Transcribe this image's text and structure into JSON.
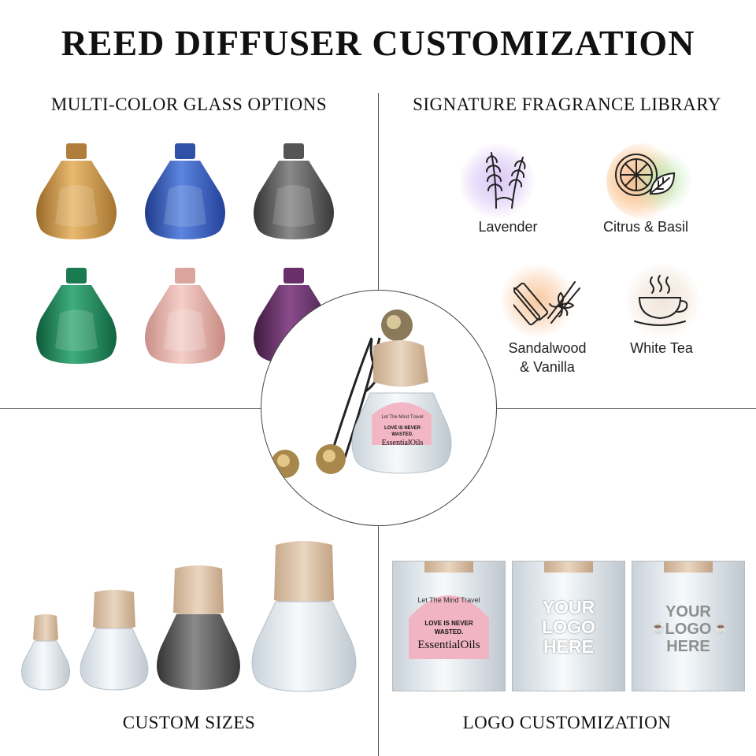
{
  "title": "REED DIFFUSER CUSTOMIZATION",
  "sections": {
    "glass_options": "MULTI-COLOR GLASS OPTIONS",
    "fragrance_library": "SIGNATURE FRAGRANCE LIBRARY",
    "custom_sizes": "CUSTOM SIZES",
    "logo_customization": "LOGO CUSTOMIZATION"
  },
  "glass_colors": [
    "amber",
    "cobalt-blue",
    "smoke-grey",
    "emerald-green",
    "blush-pink",
    "plum-purple"
  ],
  "fragrances": [
    {
      "name": "Lavender",
      "icon": "lavender-sprig-icon",
      "glow": "#cdb7ef"
    },
    {
      "name": "Citrus & Basil",
      "icon": "citrus-leaf-icon",
      "glow": "#f8b98a"
    },
    {
      "name_line1": "Sandalwood",
      "name_line2": "& Vanilla",
      "icon": "sandalwood-vanilla-icon",
      "glow": "#f6c7a0"
    },
    {
      "name": "White Tea",
      "icon": "tea-cup-icon",
      "glow": "#efe4da"
    }
  ],
  "center_label": {
    "arc": "Let The Mind Travel",
    "line1": "LOVE IS NEVER",
    "line2": "WASTED.",
    "brand": "EssentialOils"
  },
  "logo_options": [
    {
      "type": "label",
      "arc": "Let The Mind Travel",
      "line1": "LOVE IS NEVER",
      "line2": "WASTED.",
      "brand": "EssentialOils"
    },
    {
      "type": "white-print",
      "lines": [
        "YOUR",
        "LOGO",
        "HERE"
      ]
    },
    {
      "type": "engraved",
      "lines": [
        "YOUR",
        "LOGO",
        "HERE"
      ]
    }
  ]
}
